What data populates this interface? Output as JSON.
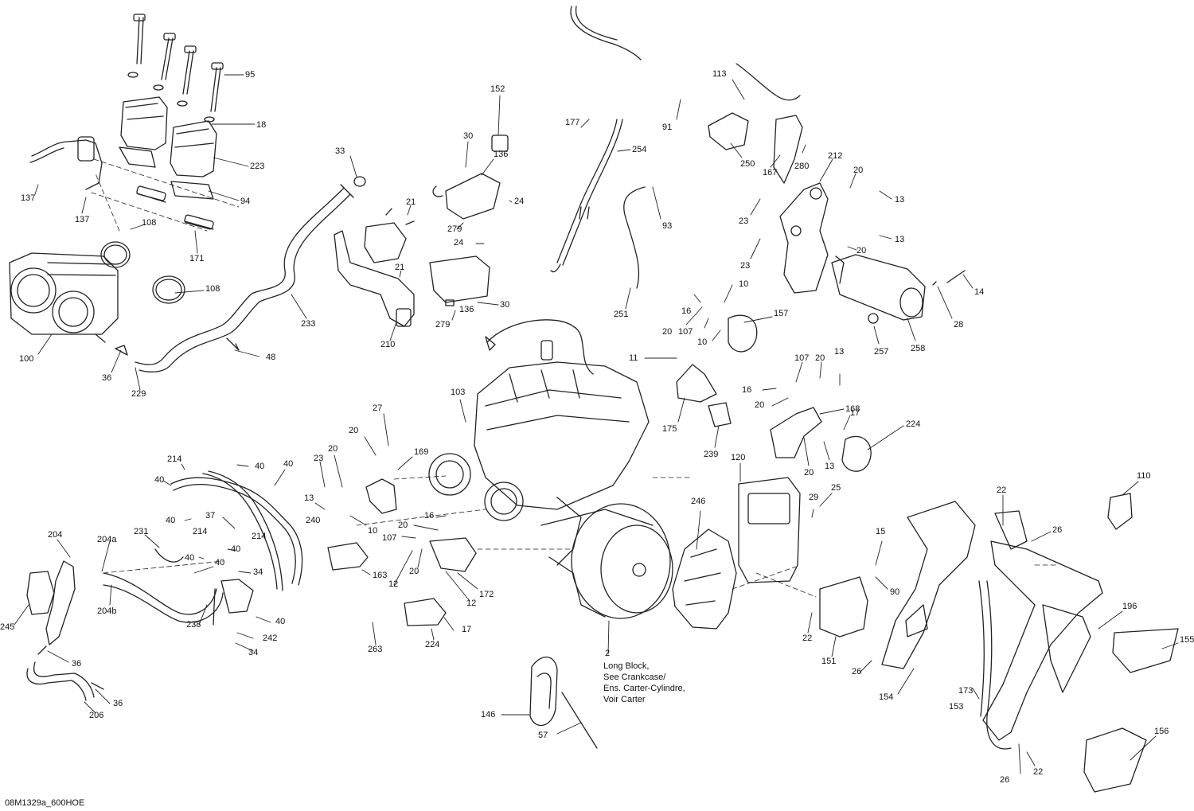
{
  "figure_code": "08M1329a_600HOE",
  "engine_note": [
    "Long Block,",
    "See Crankcase/",
    "Ens. Carter-Cylindre,",
    "Voir Carter"
  ],
  "callouts": [
    {
      "id": "c1",
      "text": "95"
    },
    {
      "id": "c2",
      "text": "18"
    },
    {
      "id": "c3",
      "text": "223"
    },
    {
      "id": "c4",
      "text": "94"
    },
    {
      "id": "c5",
      "text": "137"
    },
    {
      "id": "c6",
      "text": "137"
    },
    {
      "id": "c7",
      "text": "108"
    },
    {
      "id": "c8",
      "text": "108"
    },
    {
      "id": "c9",
      "text": "171"
    },
    {
      "id": "c10",
      "text": "100"
    },
    {
      "id": "c11",
      "text": "36"
    },
    {
      "id": "c12",
      "text": "229"
    },
    {
      "id": "c13",
      "text": "48"
    },
    {
      "id": "c14",
      "text": "233"
    },
    {
      "id": "c15",
      "text": "33"
    },
    {
      "id": "c16",
      "text": "21"
    },
    {
      "id": "c17",
      "text": "21"
    },
    {
      "id": "c18",
      "text": "210"
    },
    {
      "id": "c19",
      "text": "152"
    },
    {
      "id": "c20",
      "text": "30"
    },
    {
      "id": "c21",
      "text": "136"
    },
    {
      "id": "c22",
      "text": "24"
    },
    {
      "id": "c23",
      "text": "279"
    },
    {
      "id": "c24",
      "text": "24"
    },
    {
      "id": "c25",
      "text": "30"
    },
    {
      "id": "c26",
      "text": "136"
    },
    {
      "id": "c27",
      "text": "279"
    },
    {
      "id": "c28",
      "text": "177"
    },
    {
      "id": "c29",
      "text": "254"
    },
    {
      "id": "c30",
      "text": "93"
    },
    {
      "id": "c31",
      "text": "251"
    },
    {
      "id": "c32",
      "text": "91"
    },
    {
      "id": "c33",
      "text": "113"
    },
    {
      "id": "c34",
      "text": "250"
    },
    {
      "id": "c35",
      "text": "167"
    },
    {
      "id": "c36",
      "text": "280"
    },
    {
      "id": "c37",
      "text": "212"
    },
    {
      "id": "c38",
      "text": "20"
    },
    {
      "id": "c39",
      "text": "13"
    },
    {
      "id": "c40",
      "text": "23"
    },
    {
      "id": "c41",
      "text": "13"
    },
    {
      "id": "c42",
      "text": "23"
    },
    {
      "id": "c43",
      "text": "20"
    },
    {
      "id": "c44",
      "text": "14"
    },
    {
      "id": "c45",
      "text": "28"
    },
    {
      "id": "c46",
      "text": "257"
    },
    {
      "id": "c47",
      "text": "258"
    },
    {
      "id": "c48",
      "text": "10"
    },
    {
      "id": "c49",
      "text": "16"
    },
    {
      "id": "c50",
      "text": "20"
    },
    {
      "id": "c51",
      "text": "107"
    },
    {
      "id": "c52",
      "text": "157"
    },
    {
      "id": "c53",
      "text": "10"
    },
    {
      "id": "c54",
      "text": "11"
    },
    {
      "id": "c55",
      "text": "175"
    },
    {
      "id": "c56",
      "text": "239"
    },
    {
      "id": "c57",
      "text": "107"
    },
    {
      "id": "c58",
      "text": "20"
    },
    {
      "id": "c59",
      "text": "13"
    },
    {
      "id": "c60",
      "text": "16"
    },
    {
      "id": "c61",
      "text": "20"
    },
    {
      "id": "c62",
      "text": "168"
    },
    {
      "id": "c63",
      "text": "17"
    },
    {
      "id": "c64",
      "text": "224"
    },
    {
      "id": "c65",
      "text": "20"
    },
    {
      "id": "c66",
      "text": "13"
    },
    {
      "id": "c67",
      "text": "103"
    },
    {
      "id": "c68",
      "text": "27"
    },
    {
      "id": "c69",
      "text": "20"
    },
    {
      "id": "c70",
      "text": "169"
    },
    {
      "id": "c71",
      "text": "23"
    },
    {
      "id": "c72",
      "text": "20"
    },
    {
      "id": "c73",
      "text": "13"
    },
    {
      "id": "c74",
      "text": "10"
    },
    {
      "id": "c75",
      "text": "214"
    },
    {
      "id": "c76",
      "text": "40"
    },
    {
      "id": "c77",
      "text": "40"
    },
    {
      "id": "c78",
      "text": "40"
    },
    {
      "id": "c79",
      "text": "37"
    },
    {
      "id": "c80",
      "text": "214"
    },
    {
      "id": "c81",
      "text": "40"
    },
    {
      "id": "c82",
      "text": "40"
    },
    {
      "id": "c83",
      "text": "40"
    },
    {
      "id": "c84",
      "text": "240"
    },
    {
      "id": "c85",
      "text": "214"
    },
    {
      "id": "c86",
      "text": "40"
    },
    {
      "id": "c87",
      "text": "34"
    },
    {
      "id": "c88",
      "text": "40"
    },
    {
      "id": "c89",
      "text": "242"
    },
    {
      "id": "c90",
      "text": "34"
    },
    {
      "id": "c91",
      "text": "238"
    },
    {
      "id": "c92",
      "text": "231"
    },
    {
      "id": "c93",
      "text": "204"
    },
    {
      "id": "c94",
      "text": "204a"
    },
    {
      "id": "c95",
      "text": "204b"
    },
    {
      "id": "c96",
      "text": "245"
    },
    {
      "id": "c97",
      "text": "36"
    },
    {
      "id": "c98",
      "text": "36"
    },
    {
      "id": "c99",
      "text": "206"
    },
    {
      "id": "c100",
      "text": "163"
    },
    {
      "id": "c101",
      "text": "263"
    },
    {
      "id": "c102",
      "text": "16"
    },
    {
      "id": "c103",
      "text": "20"
    },
    {
      "id": "c104",
      "text": "107"
    },
    {
      "id": "c105",
      "text": "20"
    },
    {
      "id": "c106",
      "text": "12"
    },
    {
      "id": "c107",
      "text": "12"
    },
    {
      "id": "c108",
      "text": "172"
    },
    {
      "id": "c109",
      "text": "17"
    },
    {
      "id": "c110",
      "text": "224"
    },
    {
      "id": "c111",
      "text": "2"
    },
    {
      "id": "c112",
      "text": "146"
    },
    {
      "id": "c113",
      "text": "57"
    },
    {
      "id": "c114",
      "text": "246"
    },
    {
      "id": "c115",
      "text": "120"
    },
    {
      "id": "c116",
      "text": "29"
    },
    {
      "id": "c117",
      "text": "25"
    },
    {
      "id": "c118",
      "text": "15"
    },
    {
      "id": "c119",
      "text": "90"
    },
    {
      "id": "c120",
      "text": "22"
    },
    {
      "id": "c121",
      "text": "151"
    },
    {
      "id": "c122",
      "text": "26"
    },
    {
      "id": "c123",
      "text": "154"
    },
    {
      "id": "c124",
      "text": "22"
    },
    {
      "id": "c125",
      "text": "26"
    },
    {
      "id": "c126",
      "text": "110"
    },
    {
      "id": "c127",
      "text": "173"
    },
    {
      "id": "c128",
      "text": "196"
    },
    {
      "id": "c129",
      "text": "155"
    },
    {
      "id": "c130",
      "text": "153"
    },
    {
      "id": "c131",
      "text": "156"
    },
    {
      "id": "c132",
      "text": "26"
    },
    {
      "id": "c133",
      "text": "22"
    }
  ]
}
